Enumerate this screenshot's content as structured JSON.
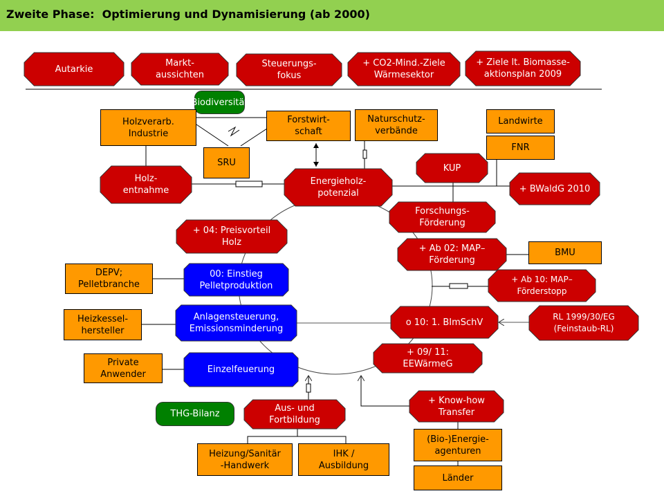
{
  "title": "Zweite Phase:  Optimierung und Dynamisierung (ab 2000)",
  "colors": {
    "red": "#CC0000",
    "orange": "#FF9900",
    "blue": "#0000FF",
    "green": "#008000",
    "header": "#92D050"
  },
  "nodes": {
    "autarkie": "Autarkie",
    "markt": "Markt-\naussichten",
    "steuer": "Steuerungs-\nfokus",
    "co2": "+ CO2-Mind.-Ziele\nWärmesektor",
    "ziele": "+ Ziele lt. Biomasse-\naktionsplan 2009",
    "biodiv": "Biodiversität",
    "holzverarb": "Holzverarb.\nIndustrie",
    "forstwirt": "Forstwirt-\nschaft",
    "natur": "Naturschutz-\nverbände",
    "landwirte": "Landwirte",
    "fnr": "FNR",
    "sru": "SRU",
    "holzentnahme": "Holz-\nentnahme",
    "energieholz": "Energieholz-\npotenzial",
    "kup": "KUP",
    "bwaldg": "+ BWaldG 2010",
    "forschung": "Forschungs-\nFörderung",
    "preisvorteil": "+ 04: Preisvorteil\nHolz",
    "map02": "+ Ab 02: MAP–\nFörderung",
    "bmu": "BMU",
    "depv": "DEPV;\nPelletbranche",
    "einstieg": "00: Einstieg\nPelletproduktion",
    "map10": "+ Ab 10: MAP–\nFörderstopp",
    "heizkessel": "Heizkessel-\nhersteller",
    "anlagen": "Anlagensteuerung,\nEmissionsminderung",
    "bimsch": "o 10: 1. BImSchV",
    "rl": "RL 1999/30/EG\n(Feinstaub-RL)",
    "private": "Private\nAnwender",
    "einzel": "Einzelfeuerung",
    "eewaerme": "+ 09/ 11:\nEEWärmeG",
    "thg": "THG-Bilanz",
    "aus": "Aus- und\nFortbildung",
    "knowhow": "+ Know-how\nTransfer",
    "heizung": "Heizung/Sanitär\n-Handwerk",
    "ihk": "IHK /\nAusbildung",
    "bioenergie": "(Bio-)Energie-\nagenturen",
    "laender": "Länder"
  }
}
